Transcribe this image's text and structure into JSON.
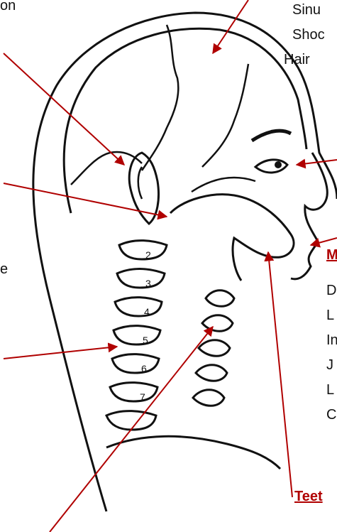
{
  "colors": {
    "accent": "#b00000",
    "line": "#111111"
  },
  "labels": {
    "top_left": "on",
    "right_1": "Sinu",
    "right_2": "Shoc",
    "right_3": "Hair",
    "left_mid": "e",
    "right_list": [
      "D",
      "L",
      "In",
      "J",
      "L",
      "C"
    ]
  },
  "headers": {
    "mouth": "M",
    "teeth": "Teet"
  },
  "vertebra_numbers": [
    "2",
    "3",
    "4",
    "5",
    "6",
    "7"
  ]
}
